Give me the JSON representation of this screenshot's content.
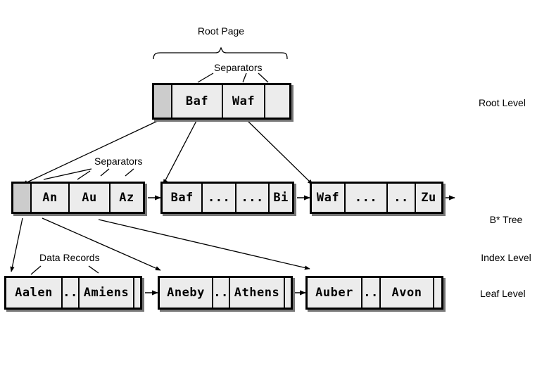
{
  "diagram": {
    "title_root_page": "Root Page",
    "label_separators_root": "Separators",
    "label_separators_index": "Separators",
    "label_data_records": "Data Records",
    "level_labels": {
      "root": "Root Level",
      "index_line1": "B* Tree",
      "index_line2": "Index Level",
      "leaf": "Leaf Level"
    },
    "colors": {
      "node_fill": "#ececec",
      "pointer_cell_fill": "#cccccc",
      "stroke": "#000000",
      "shadow": "#777777",
      "background": "#ffffff"
    }
  },
  "root_page": {
    "name": "root-page",
    "cells": [
      {
        "text": "",
        "kind": "pointer"
      },
      {
        "text": "Baf",
        "kind": "key"
      },
      {
        "text": "Waf",
        "kind": "key"
      },
      {
        "text": "",
        "kind": "empty"
      }
    ]
  },
  "index_nodes": [
    {
      "name": "index-node-a",
      "cells": [
        {
          "text": "",
          "kind": "pointer"
        },
        {
          "text": "An",
          "kind": "key"
        },
        {
          "text": "Au",
          "kind": "key"
        },
        {
          "text": "Az",
          "kind": "key"
        }
      ]
    },
    {
      "name": "index-node-b",
      "cells": [
        {
          "text": "Baf",
          "kind": "key"
        },
        {
          "text": "...",
          "kind": "key"
        },
        {
          "text": "...",
          "kind": "key"
        },
        {
          "text": "Bi",
          "kind": "key"
        }
      ]
    },
    {
      "name": "index-node-w",
      "cells": [
        {
          "text": "Waf",
          "kind": "key"
        },
        {
          "text": "...",
          "kind": "key"
        },
        {
          "text": "..",
          "kind": "key"
        },
        {
          "text": "Zu",
          "kind": "key"
        }
      ]
    }
  ],
  "leaf_nodes": [
    {
      "name": "leaf-node-aalen",
      "cells": [
        {
          "text": "Aalen",
          "kind": "record"
        },
        {
          "text": "..",
          "kind": "record"
        },
        {
          "text": "Amiens",
          "kind": "record"
        },
        {
          "text": "",
          "kind": "thin"
        }
      ]
    },
    {
      "name": "leaf-node-aneby",
      "cells": [
        {
          "text": "Aneby",
          "kind": "record"
        },
        {
          "text": "..",
          "kind": "record"
        },
        {
          "text": "Athens",
          "kind": "record"
        },
        {
          "text": "",
          "kind": "thin"
        }
      ]
    },
    {
      "name": "leaf-node-auber",
      "cells": [
        {
          "text": "Auber",
          "kind": "record"
        },
        {
          "text": "..",
          "kind": "record"
        },
        {
          "text": "Avon",
          "kind": "record"
        },
        {
          "text": "",
          "kind": "thin"
        }
      ]
    }
  ]
}
